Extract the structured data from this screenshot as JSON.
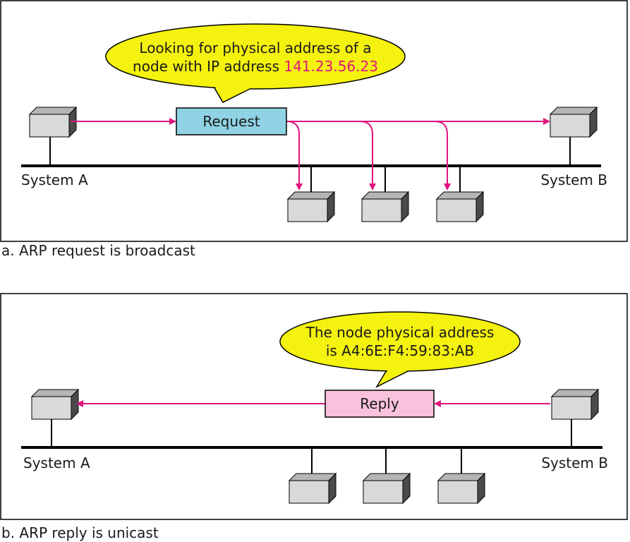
{
  "colors": {
    "arrow": "#e0157f",
    "request_fill": "#8fd3e4",
    "reply_fill": "#f9c1dc",
    "bubble_fill": "#f4f20e",
    "ip_text": "#e0157f",
    "device_front": "#d9d9d9",
    "device_top": "#b5b5b5",
    "device_side": "#4a4a4a"
  },
  "panel_a": {
    "caption": "a. ARP request is broadcast",
    "bubble": {
      "line1": "Looking for physical address of a",
      "line2_prefix": "node with IP address",
      "ip": "141.23.56.23"
    },
    "packet_label": "Request",
    "system_a": "System A",
    "system_b": "System B"
  },
  "panel_b": {
    "caption": "b. ARP reply is unicast",
    "bubble": {
      "line1": "The node physical address",
      "line2": "is A4:6E:F4:59:83:AB"
    },
    "packet_label": "Reply",
    "system_a": "System A",
    "system_b": "System B"
  }
}
